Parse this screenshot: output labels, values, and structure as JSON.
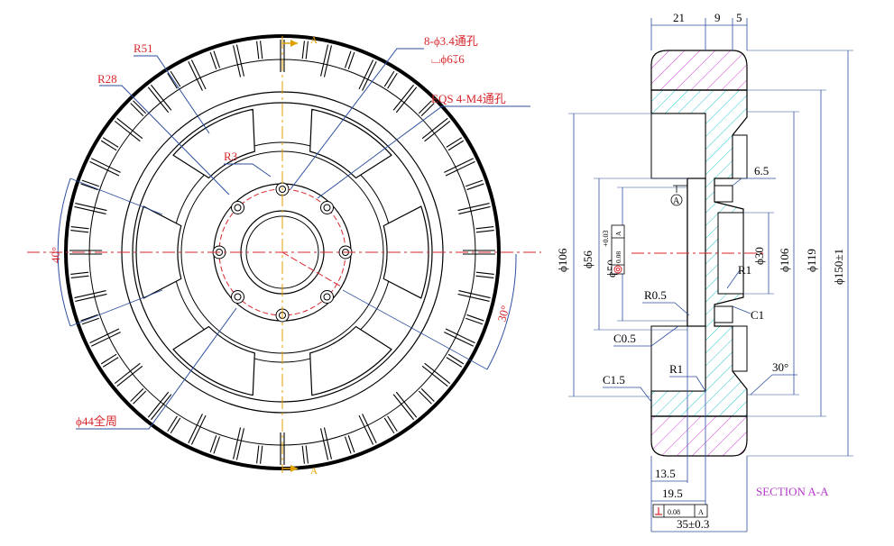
{
  "front_view": {
    "labels": {
      "r51": "R51",
      "r28": "R28",
      "r3": "R3",
      "hole_count": "8-ϕ3.4通孔",
      "cbore": "⌴ϕ6↧6",
      "eqs": "EQS 4-M4通孔",
      "angle_40": "40°",
      "angle_30": "30°",
      "pcd_44": "ϕ44全周",
      "section_a_top": "A",
      "section_a_bottom": "A"
    }
  },
  "section_view": {
    "title": "SECTION A-A",
    "dims": {
      "w21": "21",
      "w9": "9",
      "w5": "5",
      "d106_left": "ϕ106",
      "d56": "ϕ56",
      "d50": "ϕ50",
      "tol_upper": "+0.03",
      "tol_lower": "0",
      "d30": "ϕ30",
      "d106_right": "ϕ106",
      "d119": "ϕ119",
      "d150": "ϕ150±1",
      "c65": "6.5",
      "r1_upper": "R1",
      "c1": "C1",
      "r05": "R0.5",
      "c05": "C0.5",
      "c15": "C1.5",
      "r1_lower": "R1",
      "deg30": "30°",
      "w135": "13.5",
      "w195": "19.5",
      "w35": "35±0.3"
    },
    "datum": "A",
    "gdt": {
      "coax_value": "0.08",
      "coax_ref": "A",
      "perp_value": "0.08",
      "perp_ref": "A"
    }
  }
}
